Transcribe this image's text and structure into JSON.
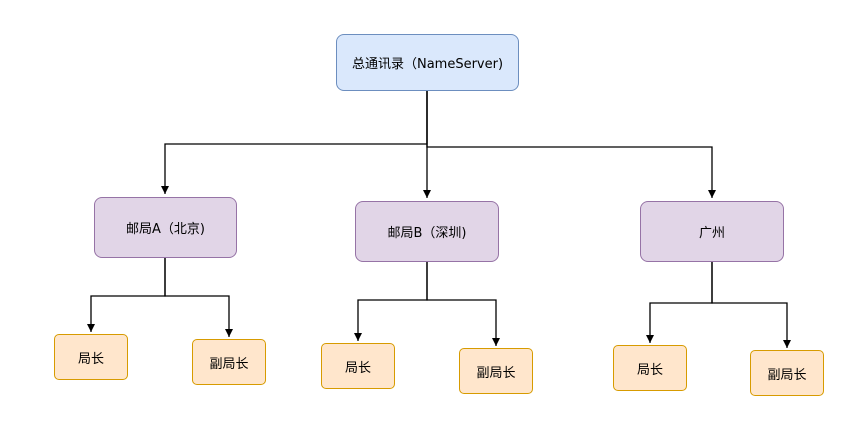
{
  "root": {
    "label": "总通讯录（NameServer)"
  },
  "offices": [
    {
      "label": "邮局A（北京)",
      "chief": "局长",
      "deputy": "副局长"
    },
    {
      "label": "邮局B（深圳)",
      "chief": "局长",
      "deputy": "副局长"
    },
    {
      "label": "广州",
      "chief": "局长",
      "deputy": "副局长"
    }
  ],
  "colors": {
    "root_fill": "#dae8fc",
    "root_border": "#6c8ebf",
    "office_fill": "#e1d5e7",
    "office_border": "#9673a6",
    "leader_fill": "#ffe6cc",
    "leader_border": "#d79b00",
    "edge": "#000000"
  }
}
